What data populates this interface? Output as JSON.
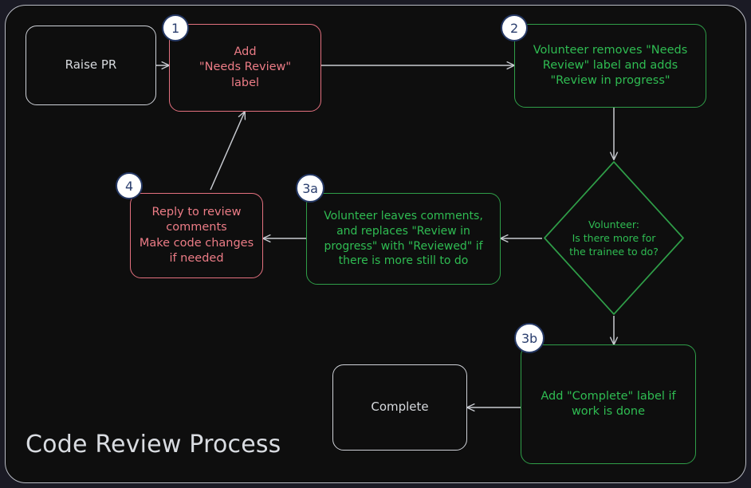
{
  "diagram": {
    "title": "Code Review Process",
    "colors": {
      "background": "#0e0e0e",
      "page_background": "#1a1a24",
      "frame_border": "#b9bcc4",
      "neutral": "#cfd2d8",
      "red": "#ec7c86",
      "green": "#2fbc52",
      "badge_fill": "#ffffff",
      "badge_border": "#253864",
      "badge_text": "#2a3e6e",
      "edge": "#c8cbd1"
    }
  },
  "nodes": {
    "raise_pr": {
      "text": "Raise PR",
      "style": "plain"
    },
    "add_needs_review": {
      "text": "Add\n\"Needs Review\"\nlabel",
      "style": "red",
      "badge": "1"
    },
    "volunteer_removes": {
      "text": "Volunteer removes \"Needs Review\" label and adds \"Review in progress\"",
      "style": "green",
      "badge": "2"
    },
    "decision": {
      "text": "Volunteer:\nIs there more for\nthe trainee to do?",
      "style": "green"
    },
    "volunteer_leaves_comments": {
      "text": "Volunteer leaves comments, and replaces \"Review in progress\" with \"Reviewed\" if there is more still to do",
      "style": "green",
      "badge": "3a"
    },
    "reply_to_review": {
      "text": "Reply to review comments\nMake code changes\nif needed",
      "style": "red",
      "badge": "4"
    },
    "add_complete": {
      "text": "Add \"Complete\" label if work is done",
      "style": "green",
      "badge": "3b"
    },
    "complete": {
      "text": "Complete",
      "style": "plain"
    }
  },
  "badges": {
    "one": "1",
    "two": "2",
    "three_a": "3a",
    "three_b": "3b",
    "four": "4"
  },
  "edges": [
    {
      "from": "raise_pr",
      "to": "add_needs_review",
      "label": ""
    },
    {
      "from": "add_needs_review",
      "to": "volunteer_removes",
      "label": ""
    },
    {
      "from": "volunteer_removes",
      "to": "decision",
      "label": ""
    },
    {
      "from": "decision",
      "to": "volunteer_leaves_comments",
      "label": ""
    },
    {
      "from": "volunteer_leaves_comments",
      "to": "reply_to_review",
      "label": ""
    },
    {
      "from": "reply_to_review",
      "to": "add_needs_review",
      "label": ""
    },
    {
      "from": "decision",
      "to": "add_complete",
      "label": ""
    },
    {
      "from": "add_complete",
      "to": "complete",
      "label": ""
    }
  ]
}
